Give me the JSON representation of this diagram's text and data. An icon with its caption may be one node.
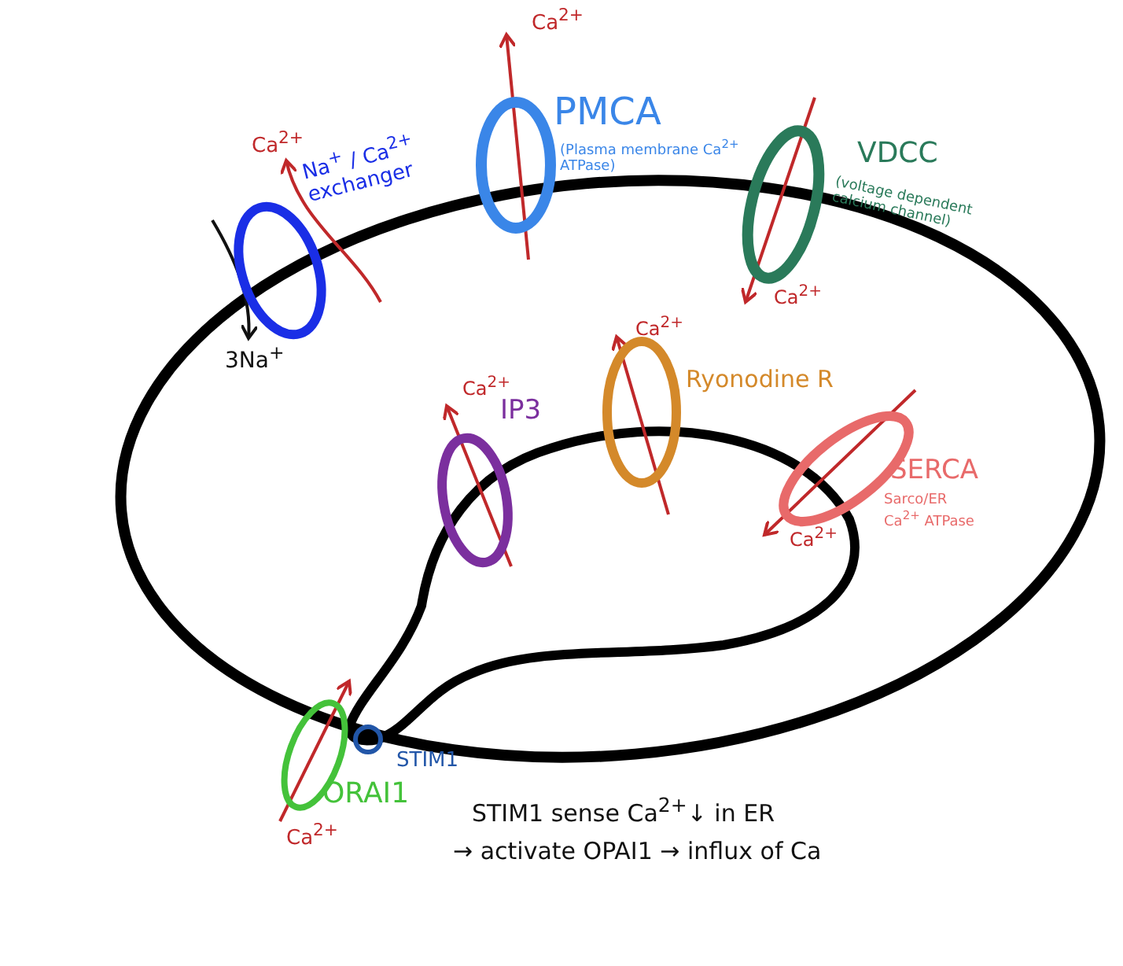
{
  "diagram": {
    "nodes": [
      {
        "text": [
          "Na$^{+}$ / Ca$^{2+}$ exchanger"
        ]
      },
      {
        "text": [
          "PMCA",
          "(Plasma membrane Ca$^{2+}$ ATPase)"
        ]
      },
      {
        "text": [
          "VDCC",
          "(voltage dependent calcium channel)"
        ]
      },
      {
        "text": [
          "IP3"
        ]
      },
      {
        "text": [
          "Ryonodine R"
        ]
      },
      {
        "text": [
          "SERCA",
          "Sarco/ER Ca$^{2+}$ ATPase"
        ]
      },
      {
        "text": [
          "ORAI1"
        ]
      },
      {
        "text": [
          "STIM1"
        ]
      }
    ],
    "labels": [
      "Ca$^{2+}$",
      "3Na$^{+}$",
      "Ca$^{2+}$",
      "Ca$^{2+}$",
      "Ca$^{2+}$",
      "Ca$^{2+}$",
      "Ca$^{2+}$",
      "Ca$^{2+}$",
      "STIM1 sense Ca$^{2+}$↓ in ER",
      "→ activate OPAI1 → influx of Ca"
    ]
  }
}
